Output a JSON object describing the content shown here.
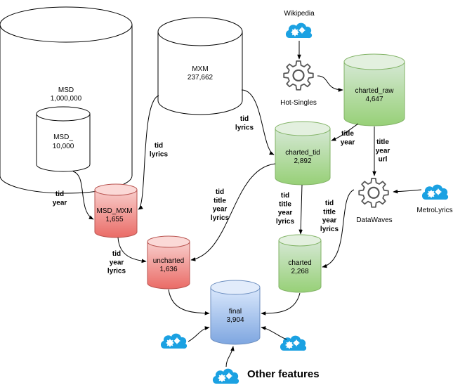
{
  "nodes": {
    "msd": {
      "name": "MSD",
      "count": "1,000,000"
    },
    "msd_sub": {
      "name": "MSD_",
      "count": "10,000"
    },
    "mxm": {
      "name": "MXM",
      "count": "237,662"
    },
    "charted_raw": {
      "name": "charted_raw",
      "count": "4,647"
    },
    "charted_tid": {
      "name": "charted_tid",
      "count": "2,892"
    },
    "msd_mxm": {
      "name": "MSD_MXM",
      "count": "1,655"
    },
    "uncharted": {
      "name": "uncharted",
      "count": "1,636"
    },
    "charted": {
      "name": "charted",
      "count": "2,268"
    },
    "final": {
      "name": "final",
      "count": "3,904"
    }
  },
  "sources": {
    "wikipedia": "Wikipedia",
    "hot_singles": "Hot-Singles",
    "datawaves": "DataWaves",
    "metrolyrics": "MetroLyrics",
    "other_features": "Other features"
  },
  "edges": {
    "msd_to_msdmxm": [
      "tid",
      "year"
    ],
    "mxm_to_msdmxm": [
      "tid",
      "lyrics"
    ],
    "mxm_to_chartedtid": [
      "tid",
      "lyrics"
    ],
    "chartedraw_to_chartedtid": [
      "title",
      "year"
    ],
    "chartedraw_to_datawaves": [
      "title",
      "year",
      "url"
    ],
    "chartedtid_to_uncharted": [
      "tid",
      "title",
      "year",
      "lyrics"
    ],
    "chartedtid_to_charted": [
      "tid",
      "title",
      "year",
      "lyrics"
    ],
    "datawaves_to_charted": [
      "tid",
      "title",
      "year",
      "lyrics"
    ],
    "msdmxm_to_uncharted": [
      "tid",
      "year",
      "lyrics"
    ]
  },
  "colors": {
    "white_fill": "#ffffff",
    "green_top": "#d5e8d4",
    "green_bottom": "#97d077",
    "green_stroke": "#82b366",
    "red_top": "#f8cecc",
    "red_bottom": "#ea6b66",
    "red_stroke": "#b85450",
    "blue_top": "#dae8fc",
    "blue_bottom": "#7ea6e0",
    "blue_stroke": "#6c8ebf",
    "cloud_blue": "#1ba1e2",
    "gear_stroke": "#555555"
  }
}
